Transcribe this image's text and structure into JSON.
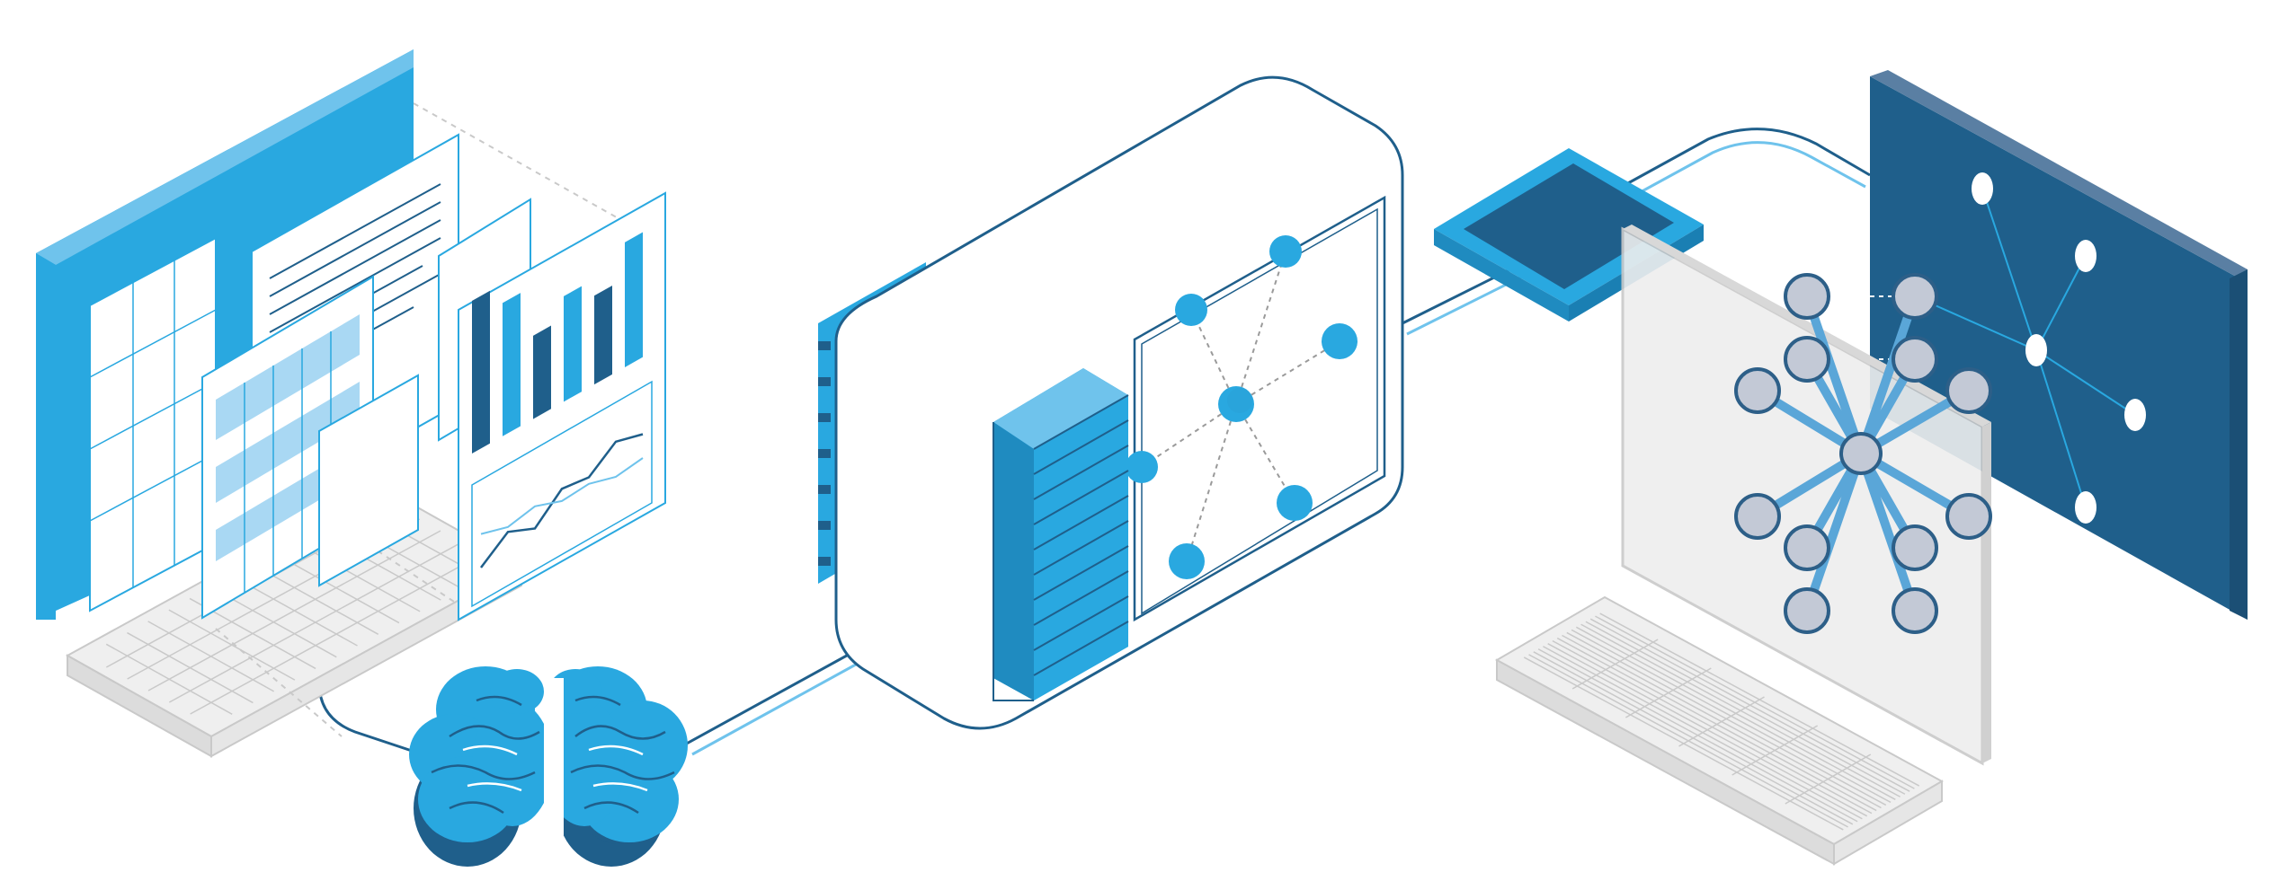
{
  "colors": {
    "primary": "#29a8e0",
    "primary_light": "#6fc3ec",
    "primary_pale": "#a9d8f3",
    "navy": "#1f5f8b",
    "navy_dark": "#1b4f75",
    "navy_light": "#4b78a0",
    "gray_line": "#c9c9c9",
    "gray_face": "#efefef",
    "node_gray": "#c3c9d6",
    "node_outline": "#2d5f88",
    "white": "#ffffff"
  },
  "icons": {
    "left": "data-documents-stack-icon",
    "brain": "brain-icon",
    "center": "ai-processing-unit-icon",
    "chip": "chip-icon",
    "right": "neural-network-display-icon"
  },
  "chart_values": {
    "bar_panel": [
      0.55,
      0.48,
      0.3,
      0.38,
      0.32,
      0.45
    ],
    "line_panel": [
      0.2,
      0.45,
      0.3,
      0.6,
      0.55,
      0.8,
      0.7
    ]
  }
}
